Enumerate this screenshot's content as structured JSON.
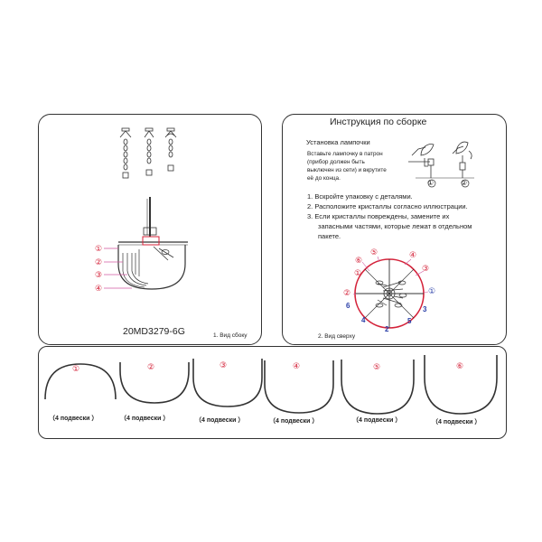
{
  "model_label": "20MD3279-6G",
  "side_view_caption": "1. Вид сбоку",
  "top_view_caption": "2. Вид сверху",
  "instruction_title": "Инструкция по сборке",
  "bulb_section": {
    "heading": "Установка лампочки",
    "text_lines": [
      "Вставьте лампочку в патрон",
      "(прибор должен быть",
      "выключен из сети) и вкрутите",
      "её до конца."
    ],
    "figure_labels": [
      "①",
      "②"
    ]
  },
  "steps": [
    "1. Вскройте упаковку с деталями.",
    "2. Расположите кристаллы согласно иллюстрации.",
    "3. Если кристаллы повреждены, замените их",
    "запасными частями, которые лежат в отдельном",
    "пакете."
  ],
  "side_view_labels": [
    "①",
    "②",
    "③",
    "④"
  ],
  "top_view_labels": {
    "red": [
      "⑥",
      "⑤",
      "④",
      "③",
      "②",
      "①"
    ],
    "blue_circled": "①",
    "blue_numbers": [
      "6",
      "5",
      "4",
      "3",
      "2"
    ]
  },
  "parts": [
    {
      "label": "①",
      "qty": "（4  подвески ）"
    },
    {
      "label": "②",
      "qty": "（4  подвески ）"
    },
    {
      "label": "③",
      "qty": "（4  подвески ）"
    },
    {
      "label": "④",
      "qty": "（4  подвески ）"
    },
    {
      "label": "⑤",
      "qty": "（4  подвески ）"
    },
    {
      "label": "⑥",
      "qty": "（4  подвески ）"
    }
  ],
  "colors": {
    "red": "#d4233a",
    "blue": "#2a3fa8",
    "line": "#333333",
    "pink": "#d25aa0"
  }
}
